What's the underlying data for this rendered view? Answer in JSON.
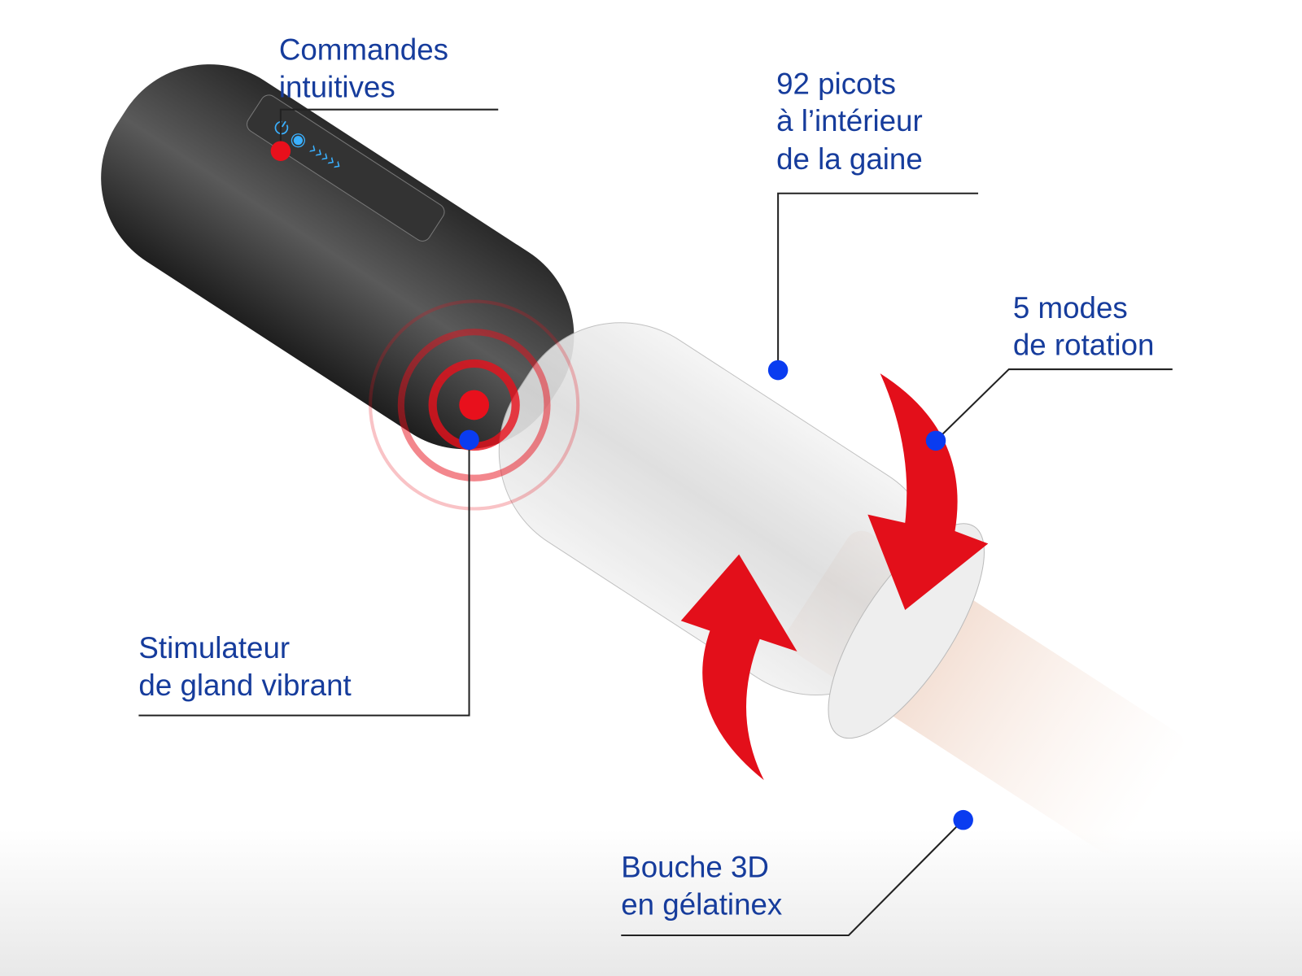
{
  "colors": {
    "label": "#163c9c",
    "marker_blue": "#0a3cf0",
    "marker_red": "#e8101c",
    "arrow_red": "#e30f1a"
  },
  "callouts": {
    "controls": {
      "line1": "Commandes",
      "line2": "intuitives"
    },
    "nubs": {
      "line1": "92 picots",
      "line2": "à l’intérieur",
      "line3": "de la gaine"
    },
    "rotation": {
      "line1": "5 modes",
      "line2": "de rotation"
    },
    "stimulator": {
      "line1": "Stimulateur",
      "line2": "de gland vibrant"
    },
    "mouth": {
      "line1": "Bouche 3D",
      "line2": "en gélatinex"
    }
  }
}
